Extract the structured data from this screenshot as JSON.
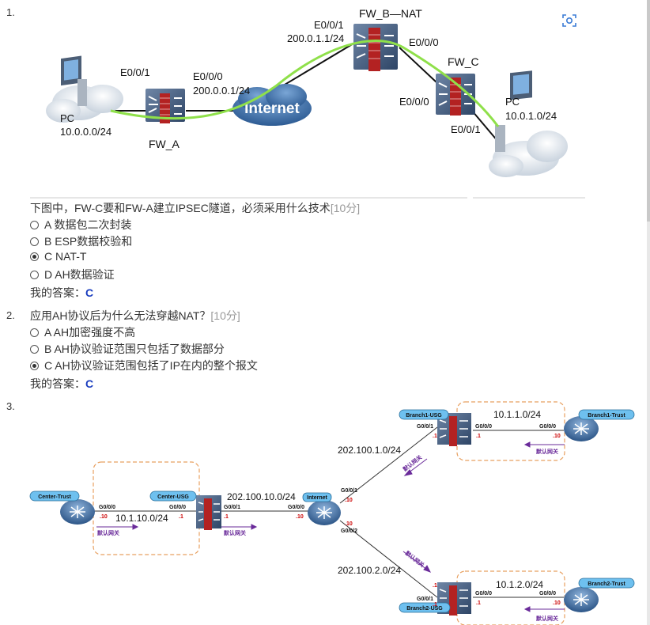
{
  "q1": {
    "number": "1.",
    "diagram": {
      "fw_b_title": "FW_B—NAT",
      "fw_b_left_if": "E0/0/1",
      "fw_b_left_ip": "200.0.1.1/24",
      "fw_b_right_if": "E0/0/0",
      "fw_c_title": "FW_C",
      "fw_c_left_if": "E0/0/0",
      "fw_c_right_if": "E0/0/1",
      "fw_a_left_if": "E0/0/1",
      "fw_a_right_if": "E0/0/0",
      "fw_a_right_ip": "200.0.0.1/24",
      "fw_a_title": "FW_A",
      "internet": "Internet",
      "pc_left_label": "PC",
      "pc_left_net": "10.0.0.0/24",
      "pc_right_label": "PC",
      "pc_right_net": "10.0.1.0/24"
    },
    "question": "下图中，FW-C要和FW-A建立IPSEC隧道，必须采用什么技术",
    "score": "[10分]",
    "options": [
      {
        "text": "A 数据包二次封装",
        "checked": false
      },
      {
        "text": "B ESP数据校验和",
        "checked": false
      },
      {
        "text": "C NAT-T",
        "checked": true
      },
      {
        "text": "D AH数据验证",
        "checked": false
      }
    ],
    "answer_label": "我的答案：",
    "answer_value": "C"
  },
  "q2": {
    "number": "2.",
    "question": "应用AH协议后为什么无法穿越NAT？",
    "score": "[10分]",
    "options": [
      {
        "text": "A AH加密强度不高",
        "checked": false
      },
      {
        "text": "B AH协议验证范围只包括了数据部分",
        "checked": false
      },
      {
        "text": "C AH协议验证范围包括了IP在内的整个报文",
        "checked": true
      }
    ],
    "answer_label": "我的答案：",
    "answer_value": "C"
  },
  "q3": {
    "number": "3.",
    "diagram": {
      "center_trust": "Center-Trust",
      "center_usg": "Center-USG",
      "internet": "Internet",
      "branch1_usg": "Branch1-USG",
      "branch1_trust": "Branch1-Trust",
      "branch2_usg": "Branch2-USG",
      "branch2_trust": "Branch2-Trust",
      "net_center_lan": "10.1.10.0/24",
      "net_center_wan": "202.100.10.0/24",
      "net_b1_wan": "202.100.1.0/24",
      "net_b1_lan": "10.1.1.0/24",
      "net_b2_wan": "202.100.2.0/24",
      "net_b2_lan": "10.1.2.0/24",
      "g000": "G0/0/0",
      "g001": "G0/0/1",
      "g002": "G0/0/2",
      "ip_1": ".1",
      "ip_10": ".10",
      "gw": "默认网关"
    }
  }
}
